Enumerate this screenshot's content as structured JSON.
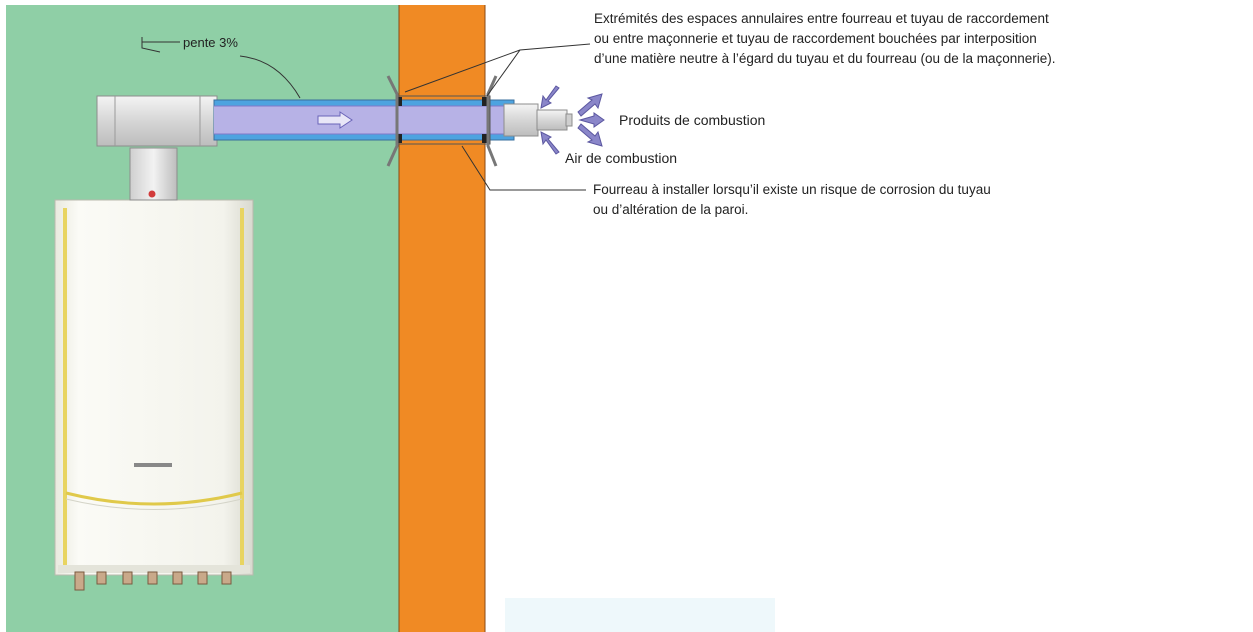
{
  "labels": {
    "slope": "pente 3%",
    "annular_note": [
      "Extrémités des espaces annulaires entre fourreau et tuyau de raccordement",
      "ou entre maçonnerie et tuyau de raccordement bouchées par interposition",
      "d’une matière neutre à l’égard du tuyau et du fourreau (ou de la maçonnerie)."
    ],
    "combustion_products": "Produits de combustion",
    "combustion_air": "Air de combustion",
    "sleeve_note": [
      "Fourreau à installer lorsqu’il existe un risque de corrosion du tuyau",
      "ou d’altération de la paroi."
    ]
  },
  "colors": {
    "room_wall": "#8fcfa6",
    "masonry_wall": "#f08a24",
    "inner_duct": "#b7b2e6",
    "outer_duct": "#4da3e0",
    "boiler_body": "#f5f5ee",
    "trim": "#e7d25a"
  }
}
